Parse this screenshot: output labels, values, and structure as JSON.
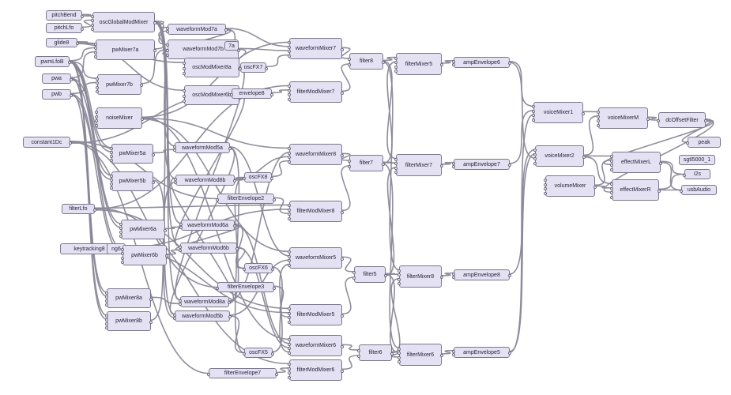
{
  "nodes": [
    {
      "id": "pitchBend",
      "label": "pitchBend"
    },
    {
      "id": "pitchLfo",
      "label": "pitchLfo"
    },
    {
      "id": "glide8",
      "label": "glide8"
    },
    {
      "id": "pwmLfoB",
      "label": "pwmLfoB"
    },
    {
      "id": "pwa",
      "label": "pwa"
    },
    {
      "id": "pwb",
      "label": "pwb"
    },
    {
      "id": "oscGlobalModMixer",
      "label": "oscGlobalModMixer"
    },
    {
      "id": "pwMixer7a",
      "label": "pwMixer7a"
    },
    {
      "id": "pwMixer7b",
      "label": "pwMixer7b"
    },
    {
      "id": "noiseMixer",
      "label": "noiseMixer"
    },
    {
      "id": "constant1Dc",
      "label": "constant1Dc"
    },
    {
      "id": "pwMixer5a",
      "label": "pwMixer5a"
    },
    {
      "id": "pwMixer5b",
      "label": "pwMixer5b"
    },
    {
      "id": "filterLfo",
      "label": "filterLfo"
    },
    {
      "id": "pwMixer6a",
      "label": "pwMixer6a"
    },
    {
      "id": "keytracking8",
      "label": "keytracking8"
    },
    {
      "id": "ng6",
      "label": "ng6"
    },
    {
      "id": "pwMixer6b",
      "label": "pwMixer6b"
    },
    {
      "id": "pwMixer8a",
      "label": "pwMixer8a"
    },
    {
      "id": "pwMixer8b",
      "label": "pwMixer8b"
    },
    {
      "id": "waveformMod7a",
      "label": "waveformMod7a"
    },
    {
      "id": "waveformMod7b",
      "label": "waveformMod7b"
    },
    {
      "id": "7a",
      "label": "7a"
    },
    {
      "id": "oscModMixer8a",
      "label": "oscModMixer8a"
    },
    {
      "id": "oscFX7",
      "label": "oscFX7"
    },
    {
      "id": "oscModMixer6b",
      "label": "oscModMixer6b"
    },
    {
      "id": "envelope8",
      "label": "envelope8"
    },
    {
      "id": "waveformMod5a",
      "label": "waveformMod5a"
    },
    {
      "id": "waveformMod8b",
      "label": "waveformMod8b"
    },
    {
      "id": "oscFX8",
      "label": "oscFX8"
    },
    {
      "id": "filterEnvelope2",
      "label": "filterEnvelope2"
    },
    {
      "id": "waveformMod6a",
      "label": "waveformMod6a"
    },
    {
      "id": "waveformMod6b",
      "label": "waveformMod6b"
    },
    {
      "id": "oscFX6",
      "label": "oscFX6"
    },
    {
      "id": "filterEnvelope3",
      "label": "filterEnvelope3"
    },
    {
      "id": "waveformMod8a",
      "label": "waveformMod8a"
    },
    {
      "id": "waveformMod5b",
      "label": "waveformMod5b"
    },
    {
      "id": "oscFX5",
      "label": "oscFX5"
    },
    {
      "id": "filterEnvelope7",
      "label": "filterEnvelope7"
    },
    {
      "id": "waveformMixer7",
      "label": "waveformMixer7"
    },
    {
      "id": "filterModMixer7",
      "label": "filterModMixer7"
    },
    {
      "id": "waveformMixer8",
      "label": "waveformMixer8"
    },
    {
      "id": "filterModMixer8",
      "label": "filterModMixer8"
    },
    {
      "id": "waveformMixer5",
      "label": "waveformMixer5"
    },
    {
      "id": "filterModMixer5",
      "label": "filterModMixer5"
    },
    {
      "id": "waveformMixer6",
      "label": "waveformMixer6"
    },
    {
      "id": "filterModMixer6",
      "label": "filterModMixer6"
    },
    {
      "id": "filter8",
      "label": "filter8"
    },
    {
      "id": "filter7",
      "label": "filter7"
    },
    {
      "id": "filter5",
      "label": "filter5"
    },
    {
      "id": "filter6",
      "label": "filter6"
    },
    {
      "id": "filterMixer5",
      "label": "filterMixer5"
    },
    {
      "id": "filterMixer7",
      "label": "filterMixer7"
    },
    {
      "id": "filterMixer8",
      "label": "filterMixer8"
    },
    {
      "id": "filterMixer6",
      "label": "filterMixer6"
    },
    {
      "id": "ampEnvelope6",
      "label": "ampEnvelope6"
    },
    {
      "id": "ampEnvelope7",
      "label": "ampEnvelope7"
    },
    {
      "id": "ampEnvelope8",
      "label": "ampEnvelope8"
    },
    {
      "id": "ampEnvelope5",
      "label": "ampEnvelope5"
    },
    {
      "id": "voiceMixer1",
      "label": "voiceMixer1"
    },
    {
      "id": "voiceMixer2",
      "label": "voiceMixer2"
    },
    {
      "id": "volumeMixer",
      "label": "volumeMixer"
    },
    {
      "id": "voiceMixerM",
      "label": "voiceMixerM"
    },
    {
      "id": "dcOffsetFilter",
      "label": "dcOffsetFilter"
    },
    {
      "id": "peak",
      "label": "peak"
    },
    {
      "id": "effectMixerL",
      "label": "effectMixerL"
    },
    {
      "id": "effectMixerR",
      "label": "effectMixerR"
    },
    {
      "id": "sgtl5000_1",
      "label": "sgtl5000_1"
    },
    {
      "id": "i2s",
      "label": "i2s"
    },
    {
      "id": "usbAudio",
      "label": "usbAudio"
    }
  ],
  "connections": [
    [
      "pitchBend",
      "oscGlobalModMixer"
    ],
    [
      "pitchLfo",
      "oscGlobalModMixer"
    ],
    [
      "glide8",
      "pwMixer7a"
    ],
    [
      "pwmLfoB",
      "pwMixer7a"
    ],
    [
      "pwmLfoB",
      "pwMixer7b"
    ],
    [
      "pwa",
      "pwMixer7a"
    ],
    [
      "pwb",
      "pwMixer7b"
    ],
    [
      "pwmLfoB",
      "pwMixer5a"
    ],
    [
      "pwmLfoB",
      "pwMixer5b"
    ],
    [
      "pwmLfoB",
      "pwMixer6a"
    ],
    [
      "pwmLfoB",
      "pwMixer6b"
    ],
    [
      "pwmLfoB",
      "pwMixer8a"
    ],
    [
      "pwmLfoB",
      "pwMixer8b"
    ],
    [
      "pwa",
      "pwMixer5a"
    ],
    [
      "pwa",
      "pwMixer6a"
    ],
    [
      "pwa",
      "pwMixer8a"
    ],
    [
      "pwb",
      "pwMixer5b"
    ],
    [
      "pwb",
      "pwMixer6b"
    ],
    [
      "pwb",
      "pwMixer8b"
    ],
    [
      "constant1Dc",
      "filterEnvelope2"
    ],
    [
      "constant1Dc",
      "filterEnvelope3"
    ],
    [
      "constant1Dc",
      "envelope8"
    ],
    [
      "constant1Dc",
      "filterEnvelope7"
    ],
    [
      "filterLfo",
      "filterModMixer8"
    ],
    [
      "filterLfo",
      "filterModMixer7"
    ],
    [
      "filterLfo",
      "filterModMixer5"
    ],
    [
      "filterLfo",
      "filterModMixer6"
    ],
    [
      "keytracking8",
      "filterModMixer8"
    ],
    [
      "keytracking8",
      "filterModMixer5"
    ],
    [
      "oscGlobalModMixer",
      "waveformMod7a"
    ],
    [
      "oscGlobalModMixer",
      "waveformMod7b"
    ],
    [
      "oscGlobalModMixer",
      "waveformMod5a"
    ],
    [
      "oscGlobalModMixer",
      "waveformMod8b"
    ],
    [
      "oscGlobalModMixer",
      "waveformMod6a"
    ],
    [
      "oscGlobalModMixer",
      "waveformMod6b"
    ],
    [
      "oscGlobalModMixer",
      "waveformMod8a"
    ],
    [
      "oscGlobalModMixer",
      "waveformMod5b"
    ],
    [
      "pwMixer7a",
      "waveformMod7a"
    ],
    [
      "pwMixer7b",
      "waveformMod7b"
    ],
    [
      "pwMixer5a",
      "waveformMod5a"
    ],
    [
      "pwMixer5b",
      "waveformMod5b"
    ],
    [
      "pwMixer6a",
      "waveformMod6a"
    ],
    [
      "pwMixer6b",
      "waveformMod6b"
    ],
    [
      "pwMixer8a",
      "waveformMod8a"
    ],
    [
      "pwMixer8b",
      "waveformMod8b"
    ],
    [
      "noiseMixer",
      "waveformMixer7"
    ],
    [
      "noiseMixer",
      "waveformMixer8"
    ],
    [
      "noiseMixer",
      "waveformMixer5"
    ],
    [
      "noiseMixer",
      "waveformMixer6"
    ],
    [
      "glide8",
      "oscModMixer8a"
    ],
    [
      "glide8",
      "oscModMixer6b"
    ],
    [
      "oscModMixer8a",
      "waveformMod8a"
    ],
    [
      "oscModMixer6b",
      "waveformMod6b"
    ],
    [
      "waveformMod7a",
      "waveformMixer7"
    ],
    [
      "waveformMod7b",
      "waveformMixer7"
    ],
    [
      "waveformMod7a",
      "oscFX7"
    ],
    [
      "waveformMod7b",
      "oscFX7"
    ],
    [
      "oscFX7",
      "waveformMixer7"
    ],
    [
      "waveformMod8a",
      "waveformMixer8"
    ],
    [
      "waveformMod8b",
      "waveformMixer8"
    ],
    [
      "waveformMod8a",
      "oscFX8"
    ],
    [
      "waveformMod8b",
      "oscFX8"
    ],
    [
      "oscFX8",
      "waveformMixer8"
    ],
    [
      "waveformMod5a",
      "waveformMixer5"
    ],
    [
      "waveformMod5b",
      "waveformMixer5"
    ],
    [
      "waveformMod5a",
      "oscFX5"
    ],
    [
      "waveformMod5b",
      "oscFX5"
    ],
    [
      "oscFX5",
      "waveformMixer5"
    ],
    [
      "waveformMod6a",
      "waveformMixer6"
    ],
    [
      "waveformMod6b",
      "waveformMixer6"
    ],
    [
      "waveformMod6a",
      "oscFX6"
    ],
    [
      "waveformMod6b",
      "oscFX6"
    ],
    [
      "oscFX6",
      "waveformMixer6"
    ],
    [
      "waveformMod7a",
      "waveformMod7b"
    ],
    [
      "waveformMod5a",
      "waveformMod5b"
    ],
    [
      "waveformMod6a",
      "waveformMod6b"
    ],
    [
      "waveformMod8a",
      "waveformMod8b"
    ],
    [
      "envelope8",
      "filterModMixer7"
    ],
    [
      "filterEnvelope2",
      "filterModMixer8"
    ],
    [
      "filterEnvelope3",
      "filterModMixer5"
    ],
    [
      "filterEnvelope7",
      "filterModMixer6"
    ],
    [
      "waveformMixer7",
      "filter8"
    ],
    [
      "filterModMixer7",
      "filter8"
    ],
    [
      "waveformMixer8",
      "filter7"
    ],
    [
      "filterModMixer8",
      "filter7"
    ],
    [
      "waveformMixer5",
      "filter5"
    ],
    [
      "filterModMixer5",
      "filter5"
    ],
    [
      "waveformMixer6",
      "filter6"
    ],
    [
      "filterModMixer6",
      "filter6"
    ],
    [
      "filter8",
      "filterMixer5"
    ],
    [
      "filter8",
      "filterMixer7"
    ],
    [
      "filter8",
      "filterMixer8"
    ],
    [
      "filter7",
      "filterMixer7"
    ],
    [
      "filter7",
      "filterMixer5"
    ],
    [
      "filter7",
      "filterMixer6"
    ],
    [
      "filter5",
      "filterMixer8"
    ],
    [
      "filter5",
      "filterMixer6"
    ],
    [
      "filter5",
      "filterMixer7"
    ],
    [
      "filter6",
      "filterMixer6"
    ],
    [
      "filter6",
      "filterMixer8"
    ],
    [
      "filterMixer5",
      "ampEnvelope6"
    ],
    [
      "filterMixer7",
      "ampEnvelope7"
    ],
    [
      "filterMixer8",
      "ampEnvelope8"
    ],
    [
      "filterMixer6",
      "ampEnvelope5"
    ],
    [
      "ampEnvelope6",
      "voiceMixer1"
    ],
    [
      "ampEnvelope7",
      "voiceMixer1"
    ],
    [
      "ampEnvelope8",
      "voiceMixer2"
    ],
    [
      "ampEnvelope5",
      "voiceMixer2"
    ],
    [
      "ampEnvelope6",
      "voiceMixer2"
    ],
    [
      "ampEnvelope5",
      "voiceMixer1"
    ],
    [
      "voiceMixer1",
      "voiceMixerM"
    ],
    [
      "voiceMixer2",
      "voiceMixerM"
    ],
    [
      "voiceMixer2",
      "effectMixerL"
    ],
    [
      "voiceMixer2",
      "effectMixerR"
    ],
    [
      "volumeMixer",
      "effectMixerL"
    ],
    [
      "volumeMixer",
      "effectMixerR"
    ],
    [
      "voiceMixerM",
      "dcOffsetFilter"
    ],
    [
      "dcOffsetFilter",
      "peak"
    ],
    [
      "dcOffsetFilter",
      "effectMixerL"
    ],
    [
      "dcOffsetFilter",
      "effectMixerR"
    ],
    [
      "effectMixerL",
      "i2s"
    ],
    [
      "effectMixerR",
      "i2s"
    ],
    [
      "effectMixerL",
      "usbAudio"
    ],
    [
      "effectMixerR",
      "usbAudio"
    ]
  ]
}
